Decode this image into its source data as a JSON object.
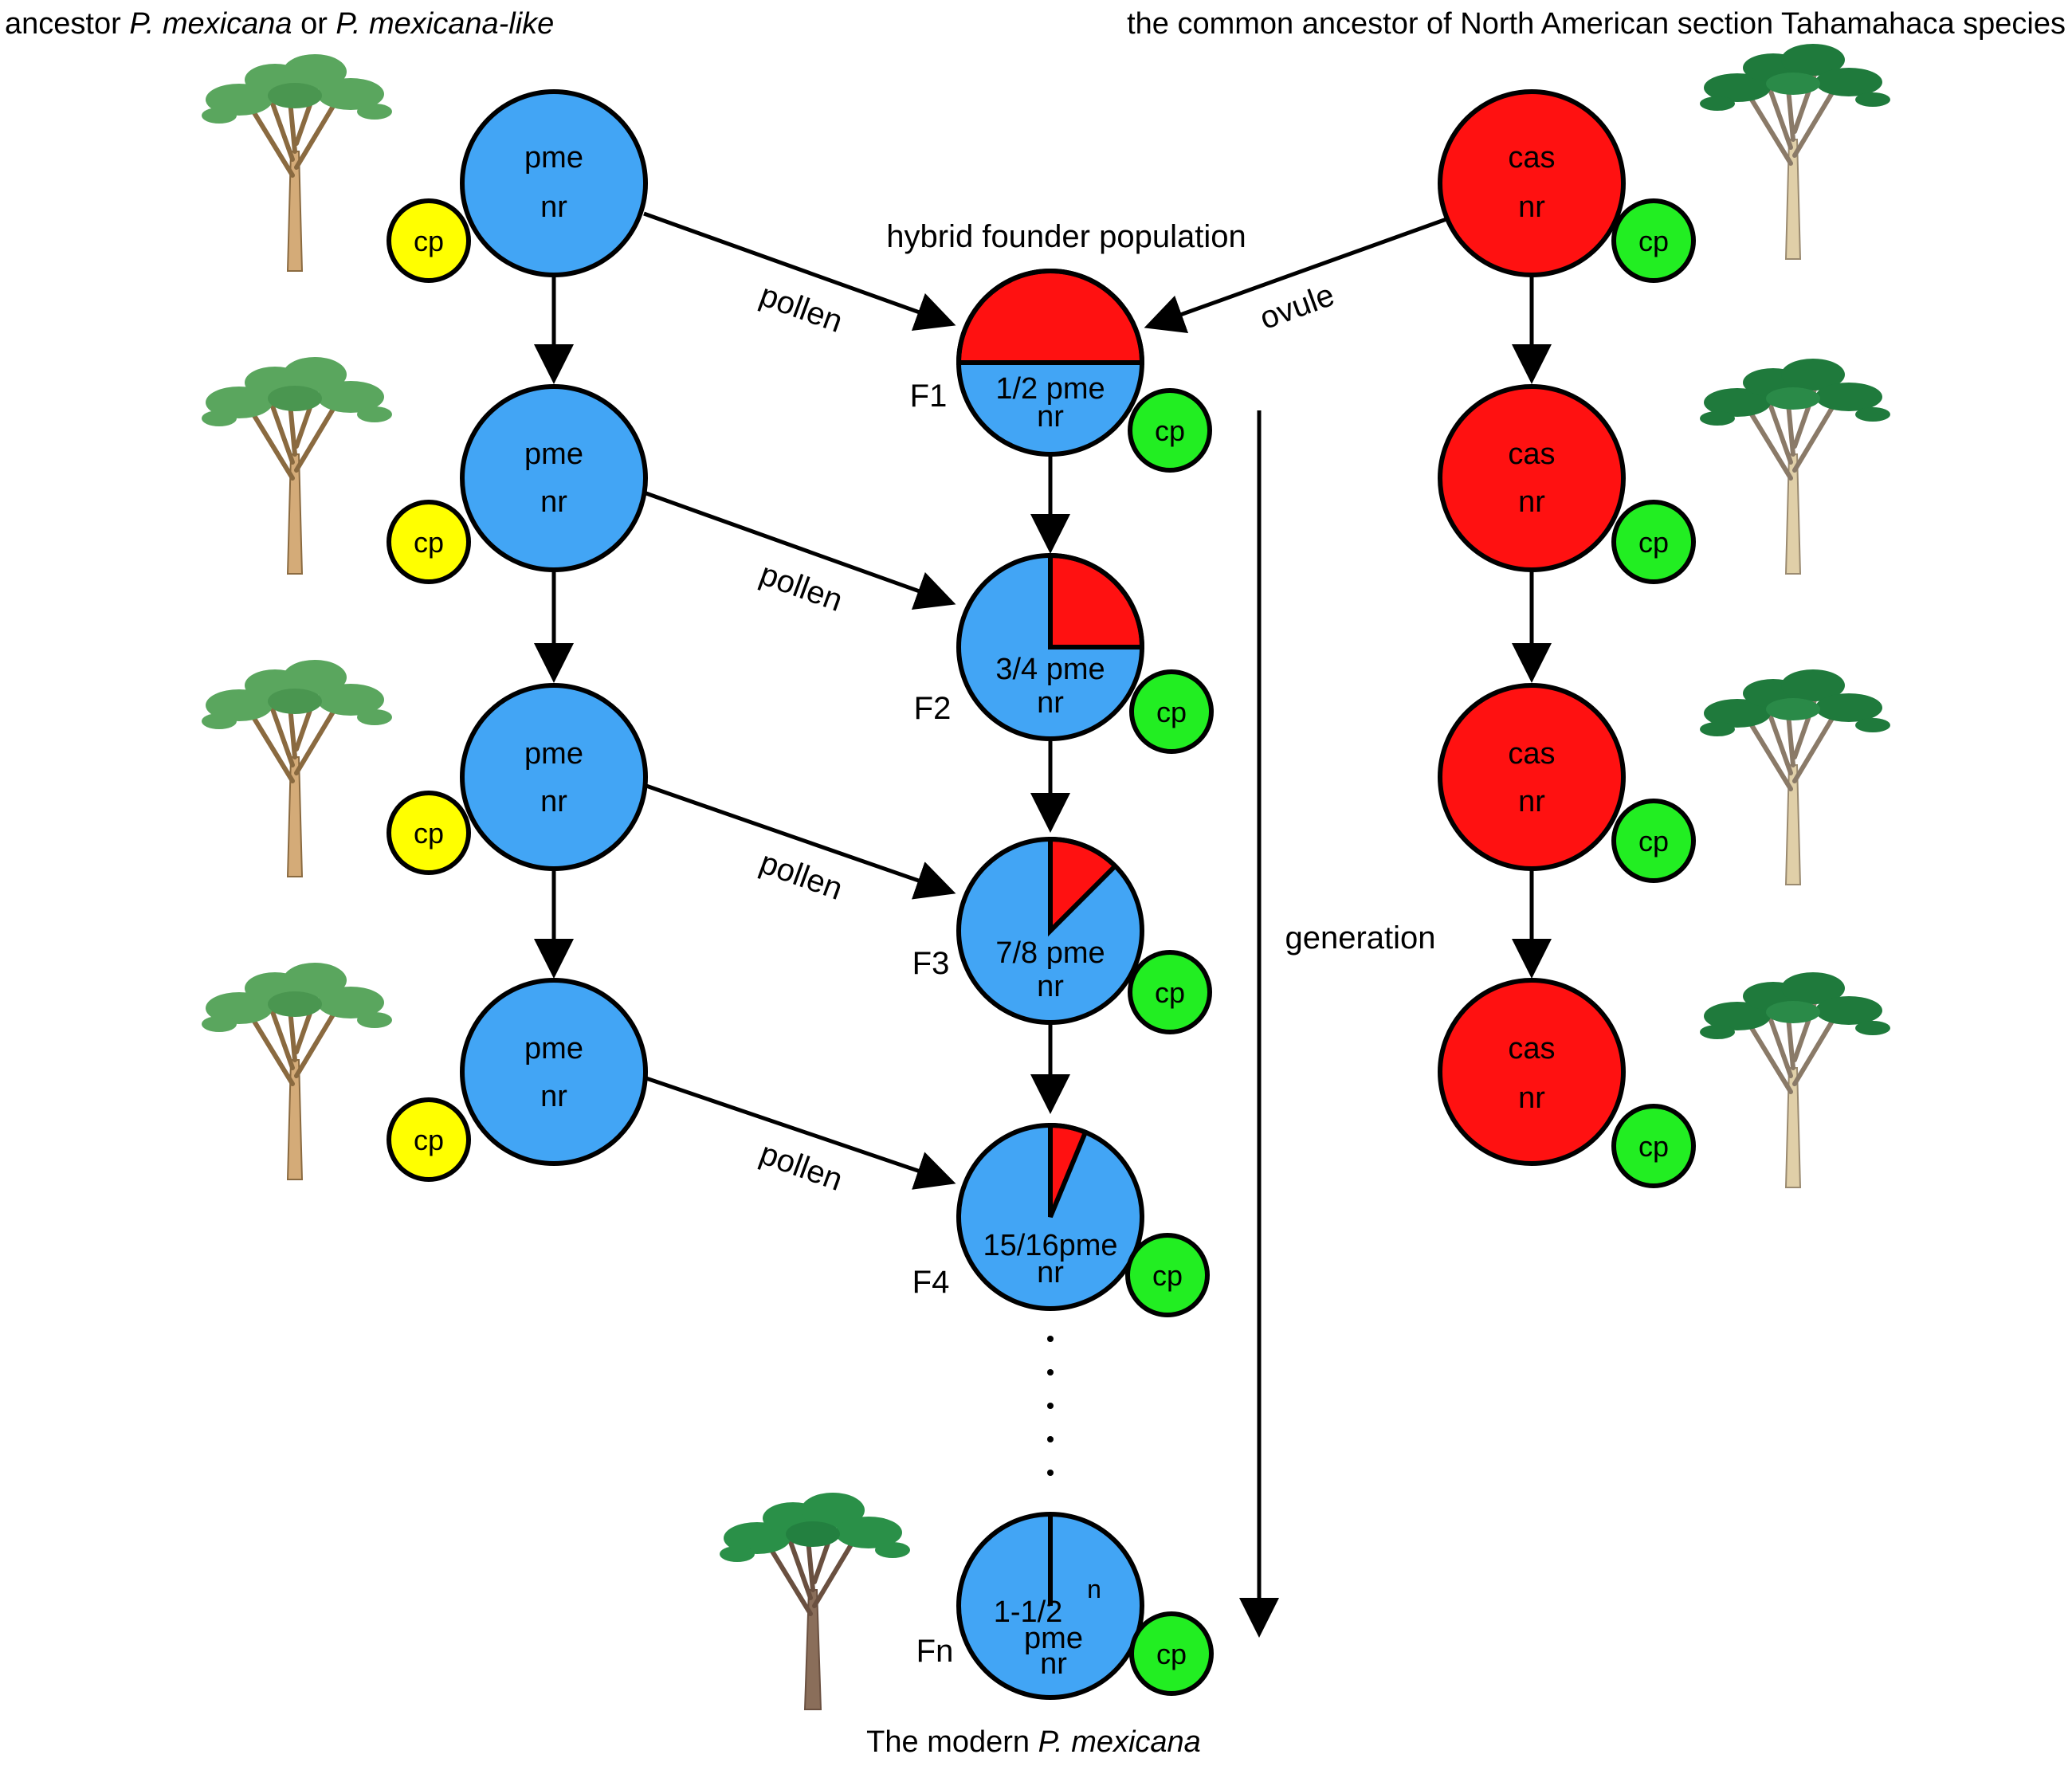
{
  "headers": {
    "left_plain1": "ancestor ",
    "left_italic1": "P. mexicana",
    "left_plain2": " or ",
    "left_italic2": "P. mexicana-like",
    "right": "the common ancestor of North American section Tahamahaca species",
    "bottom_plain": "The modern ",
    "bottom_italic": "P. mexicana"
  },
  "hybrid_label": "hybrid founder population",
  "generation_label": "generation",
  "left_col": {
    "line1": "pme",
    "line2": "nr",
    "cp": "cp"
  },
  "right_col": {
    "line1": "cas",
    "line2": "nr",
    "cp": "cp"
  },
  "pollen_label": "pollen",
  "ovule_label": "ovule",
  "generations": [
    {
      "label": "F1",
      "text1": "1/2 pme",
      "text2": "nr",
      "cp": "cp",
      "pme_fraction": 0.5
    },
    {
      "label": "F2",
      "text1": "3/4 pme",
      "text2": "nr",
      "cp": "cp",
      "pme_fraction": 0.75
    },
    {
      "label": "F3",
      "text1": "7/8 pme",
      "text2": "nr",
      "cp": "cp",
      "pme_fraction": 0.875
    },
    {
      "label": "F4",
      "text1": "15/16pme",
      "text2": "nr",
      "cp": "cp",
      "pme_fraction": 0.9375
    }
  ],
  "fn": {
    "label": "Fn",
    "text1": "1-1/2",
    "sup": "n",
    "text2": "pme",
    "text3": "nr",
    "cp": "cp"
  },
  "colors": {
    "pme_blue": "#42a5f5",
    "cas_red": "#ff1111",
    "cp_yellow": "#ffff00",
    "cp_green": "#22ee22",
    "tree_foliage": "#5aa65e",
    "tree_foliage_dark": "#1f7a3c",
    "trunk": "#c8a070",
    "trunk_dark": "#8a7060"
  }
}
